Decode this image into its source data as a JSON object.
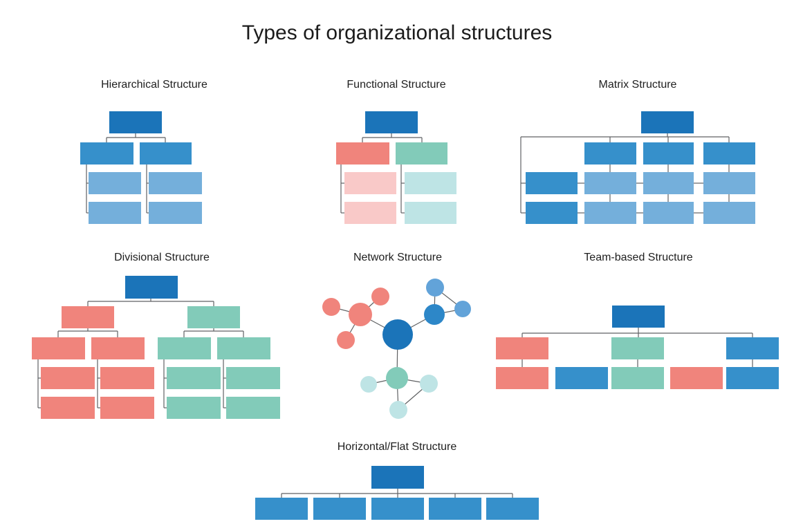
{
  "title": "Types of organizational structures",
  "colors": {
    "dark_blue": "#1b74b9",
    "mid_blue": "#3690cb",
    "light_blue": "#74afdb",
    "salmon": "#f0847c",
    "pink": "#f9c9c8",
    "teal": "#82cbb9",
    "light_teal": "#bee4e5",
    "net_blue": "#2d87c8",
    "net_light_blue": "#62a3d9",
    "connector": "#5f6163"
  },
  "diagrams": [
    {
      "key": "hierarchical",
      "title": "Hierarchical Structure",
      "boxes": [
        [
          158,
          161,
          76,
          32,
          "dark_blue"
        ],
        [
          116,
          206,
          77,
          32,
          "mid_blue"
        ],
        [
          202,
          206,
          75,
          32,
          "mid_blue"
        ],
        [
          128,
          249,
          76,
          32,
          "light_blue"
        ],
        [
          215,
          249,
          77,
          32,
          "light_blue"
        ],
        [
          128,
          292,
          76,
          32,
          "light_blue"
        ],
        [
          215,
          292,
          77,
          32,
          "light_blue"
        ]
      ],
      "lines": [
        [
          196,
          193,
          196,
          199
        ],
        [
          154,
          199,
          239,
          199
        ],
        [
          154,
          199,
          154,
          207
        ],
        [
          239,
          199,
          239,
          207
        ],
        [
          125,
          237,
          125,
          308
        ],
        [
          125,
          265,
          129,
          265
        ],
        [
          125,
          308,
          129,
          308
        ],
        [
          212,
          237,
          212,
          308
        ],
        [
          212,
          265,
          216,
          265
        ],
        [
          212,
          308,
          216,
          308
        ]
      ]
    },
    {
      "key": "functional",
      "title": "Functional Structure",
      "boxes": [
        [
          528,
          161,
          76,
          32,
          "dark_blue"
        ],
        [
          486,
          206,
          77,
          32,
          "salmon"
        ],
        [
          572,
          206,
          75,
          32,
          "teal"
        ],
        [
          498,
          249,
          75,
          32,
          "pink"
        ],
        [
          498,
          292,
          75,
          32,
          "pink"
        ],
        [
          585,
          249,
          75,
          32,
          "light_teal"
        ],
        [
          585,
          292,
          75,
          32,
          "light_teal"
        ]
      ],
      "lines": [
        [
          566,
          193,
          566,
          199
        ],
        [
          524,
          199,
          610,
          199
        ],
        [
          524,
          199,
          524,
          207
        ],
        [
          610,
          199,
          610,
          207
        ],
        [
          493,
          238,
          493,
          308
        ],
        [
          493,
          265,
          499,
          265
        ],
        [
          493,
          308,
          499,
          308
        ],
        [
          580,
          238,
          580,
          308
        ],
        [
          580,
          265,
          586,
          265
        ],
        [
          580,
          308,
          586,
          308
        ]
      ]
    },
    {
      "key": "matrix",
      "title": "Matrix Structure",
      "boxes": [
        [
          927,
          161,
          76,
          32,
          "dark_blue"
        ],
        [
          845,
          206,
          75,
          32,
          "mid_blue"
        ],
        [
          930,
          206,
          73,
          32,
          "mid_blue"
        ],
        [
          1017,
          206,
          75,
          32,
          "mid_blue"
        ],
        [
          760,
          249,
          75,
          32,
          "mid_blue"
        ],
        [
          845,
          249,
          75,
          32,
          "light_blue"
        ],
        [
          930,
          249,
          73,
          32,
          "light_blue"
        ],
        [
          1017,
          249,
          75,
          32,
          "light_blue"
        ],
        [
          760,
          292,
          75,
          32,
          "mid_blue"
        ],
        [
          845,
          292,
          75,
          32,
          "light_blue"
        ],
        [
          930,
          292,
          73,
          32,
          "light_blue"
        ],
        [
          1017,
          292,
          75,
          32,
          "light_blue"
        ]
      ],
      "lines": [
        [
          965,
          193,
          965,
          198
        ],
        [
          753,
          198,
          1054,
          198
        ],
        [
          882,
          198,
          882,
          207
        ],
        [
          966,
          198,
          966,
          207
        ],
        [
          1054,
          198,
          1054,
          207
        ],
        [
          753,
          198,
          753,
          308
        ],
        [
          753,
          265,
          761,
          265
        ],
        [
          753,
          308,
          761,
          308
        ],
        [
          882,
          238,
          882,
          250
        ],
        [
          966,
          238,
          966,
          250
        ],
        [
          1054,
          238,
          1054,
          250
        ],
        [
          882,
          281,
          882,
          293
        ],
        [
          966,
          281,
          966,
          293
        ],
        [
          1054,
          281,
          1054,
          293
        ],
        [
          835,
          265,
          846,
          265
        ],
        [
          920,
          265,
          931,
          265
        ],
        [
          1003,
          265,
          1018,
          265
        ],
        [
          835,
          308,
          846,
          308
        ],
        [
          920,
          308,
          931,
          308
        ],
        [
          1003,
          308,
          1018,
          308
        ]
      ]
    },
    {
      "key": "divisional",
      "title": "Divisional Structure",
      "boxes": [
        [
          181,
          399,
          76,
          33,
          "dark_blue"
        ],
        [
          89,
          443,
          76,
          32,
          "salmon"
        ],
        [
          271,
          443,
          76,
          32,
          "teal"
        ],
        [
          46,
          488,
          77,
          32,
          "salmon"
        ],
        [
          132,
          488,
          77,
          32,
          "salmon"
        ],
        [
          228,
          488,
          77,
          32,
          "teal"
        ],
        [
          314,
          488,
          77,
          32,
          "teal"
        ],
        [
          59,
          531,
          78,
          32,
          "salmon"
        ],
        [
          59,
          574,
          78,
          32,
          "salmon"
        ],
        [
          145,
          531,
          78,
          32,
          "salmon"
        ],
        [
          145,
          574,
          78,
          32,
          "salmon"
        ],
        [
          241,
          531,
          78,
          32,
          "teal"
        ],
        [
          241,
          574,
          78,
          32,
          "teal"
        ],
        [
          327,
          531,
          78,
          32,
          "teal"
        ],
        [
          327,
          574,
          78,
          32,
          "teal"
        ]
      ],
      "lines": [
        [
          218,
          432,
          218,
          436
        ],
        [
          127,
          436,
          309,
          436
        ],
        [
          127,
          436,
          127,
          444
        ],
        [
          309,
          436,
          309,
          444
        ],
        [
          127,
          475,
          127,
          479
        ],
        [
          84,
          479,
          170,
          479
        ],
        [
          84,
          479,
          84,
          489
        ],
        [
          170,
          479,
          170,
          489
        ],
        [
          309,
          475,
          309,
          479
        ],
        [
          266,
          479,
          352,
          479
        ],
        [
          266,
          479,
          266,
          489
        ],
        [
          352,
          479,
          352,
          489
        ],
        [
          55,
          520,
          55,
          590
        ],
        [
          55,
          547,
          60,
          547
        ],
        [
          55,
          590,
          60,
          590
        ],
        [
          141,
          520,
          141,
          590
        ],
        [
          141,
          547,
          146,
          547
        ],
        [
          141,
          590,
          146,
          590
        ],
        [
          237,
          520,
          237,
          590
        ],
        [
          237,
          547,
          242,
          547
        ],
        [
          237,
          590,
          242,
          590
        ],
        [
          323,
          520,
          323,
          590
        ],
        [
          323,
          547,
          328,
          547
        ],
        [
          323,
          590,
          328,
          590
        ]
      ]
    },
    {
      "key": "network",
      "title": "Network Structure",
      "circles": [
        [
          575,
          484,
          22,
          "dark_blue"
        ],
        [
          521,
          455,
          17,
          "salmon"
        ],
        [
          479,
          444,
          13,
          "salmon"
        ],
        [
          550,
          429,
          13,
          "salmon"
        ],
        [
          500,
          492,
          13,
          "salmon"
        ],
        [
          628,
          455,
          15,
          "net_blue"
        ],
        [
          629,
          416,
          13,
          "net_light_blue"
        ],
        [
          669,
          447,
          12,
          "net_light_blue"
        ],
        [
          574,
          547,
          16,
          "teal"
        ],
        [
          533,
          556,
          12,
          "light_teal"
        ],
        [
          620,
          555,
          13,
          "light_teal"
        ],
        [
          576,
          593,
          13,
          "light_teal"
        ]
      ],
      "edges": [
        [
          0,
          1
        ],
        [
          1,
          2
        ],
        [
          1,
          3
        ],
        [
          1,
          4
        ],
        [
          0,
          5
        ],
        [
          5,
          6
        ],
        [
          5,
          7
        ],
        [
          6,
          7
        ],
        [
          0,
          8
        ],
        [
          8,
          9
        ],
        [
          8,
          10
        ],
        [
          8,
          11
        ],
        [
          10,
          11
        ]
      ]
    },
    {
      "key": "team-based",
      "title": "Team-based Structure",
      "boxes": [
        [
          885,
          442,
          76,
          32,
          "dark_blue"
        ],
        [
          717,
          488,
          76,
          32,
          "salmon"
        ],
        [
          884,
          488,
          76,
          32,
          "teal"
        ],
        [
          1050,
          488,
          76,
          32,
          "mid_blue"
        ],
        [
          717,
          531,
          76,
          32,
          "salmon"
        ],
        [
          803,
          531,
          76,
          32,
          "mid_blue"
        ],
        [
          884,
          531,
          76,
          32,
          "teal"
        ],
        [
          969,
          531,
          76,
          32,
          "salmon"
        ],
        [
          1050,
          531,
          76,
          32,
          "mid_blue"
        ]
      ],
      "lines": [
        [
          923,
          474,
          923,
          489
        ],
        [
          755,
          482,
          1088,
          482
        ],
        [
          755,
          482,
          755,
          489
        ],
        [
          1088,
          482,
          1088,
          489
        ],
        [
          755,
          520,
          755,
          532
        ],
        [
          922,
          520,
          922,
          532
        ],
        [
          1088,
          520,
          1088,
          532
        ]
      ]
    },
    {
      "key": "horizontal-flat",
      "title": "Horizontal/Flat Structure",
      "boxes": [
        [
          537,
          674,
          76,
          33,
          "dark_blue"
        ],
        [
          369,
          720,
          76,
          32,
          "mid_blue"
        ],
        [
          453,
          720,
          76,
          32,
          "mid_blue"
        ],
        [
          537,
          720,
          76,
          32,
          "mid_blue"
        ],
        [
          620,
          720,
          76,
          32,
          "mid_blue"
        ],
        [
          703,
          720,
          76,
          32,
          "mid_blue"
        ]
      ],
      "lines": [
        [
          575,
          707,
          575,
          721
        ],
        [
          407,
          714,
          741,
          714
        ],
        [
          407,
          714,
          407,
          721
        ],
        [
          491,
          714,
          491,
          721
        ],
        [
          658,
          714,
          658,
          721
        ],
        [
          741,
          714,
          741,
          721
        ]
      ]
    }
  ]
}
